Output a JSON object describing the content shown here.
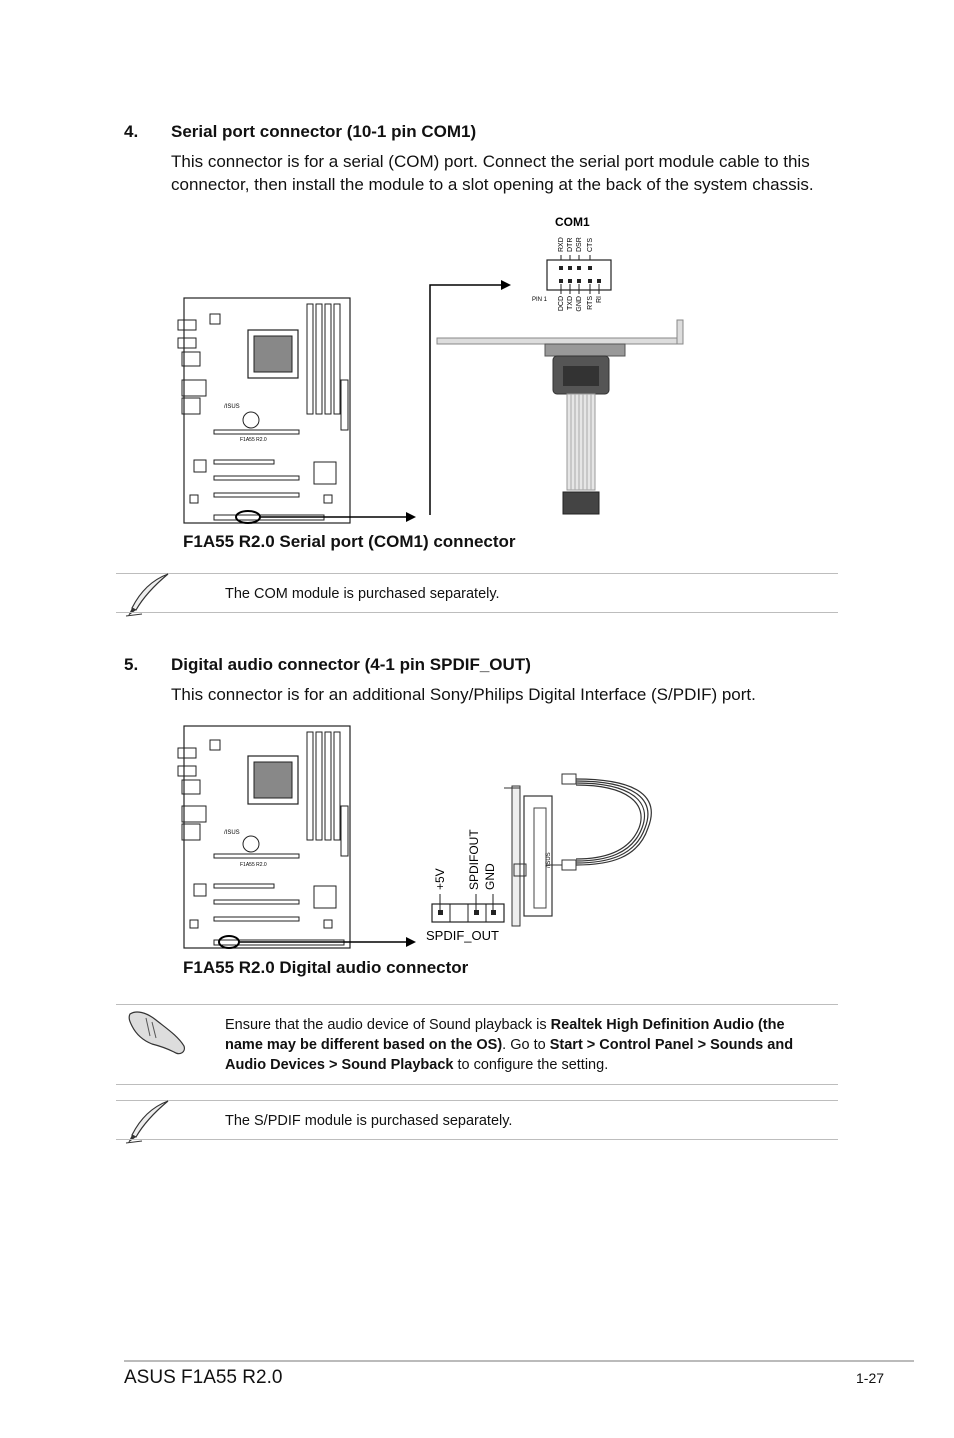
{
  "section4": {
    "number": "4.",
    "title": "Serial port connector (10-1 pin COM1)",
    "description": "This connector is for a serial (COM) port. Connect the serial port module cable to this connector, then install the module to a slot opening at the back of the system chassis.",
    "diagram": {
      "connector_label": "COM1",
      "top_pins": [
        "RXD",
        "DTR",
        "DSR",
        "CTS"
      ],
      "bottom_pins": [
        "DCD",
        "TXD",
        "GND",
        "RTS",
        "RI"
      ],
      "pin1_label": "PIN 1",
      "board_label": "F1A55 R2.0",
      "brand_mark": "/ISUS"
    },
    "caption": "F1A55 R2.0 Serial port (COM1) connector",
    "note": {
      "icon": "pencil-note-icon",
      "text": "The COM module is purchased separately."
    }
  },
  "section5": {
    "number": "5.",
    "title": "Digital audio connector (4-1 pin SPDIF_OUT)",
    "description": "This connector is for an additional Sony/Philips Digital Interface (S/PDIF) port.",
    "diagram": {
      "pin_labels": [
        "+5V",
        "SPDIFOUT",
        "GND"
      ],
      "connector_label": "SPDIF_OUT",
      "board_label": "F1A55 R2.0",
      "brand_mark": "/ISUS"
    },
    "caption": "F1A55 R2.0 Digital audio connector",
    "warning": {
      "icon": "hand-warning-icon",
      "part1": "Ensure that the audio device of Sound playback is ",
      "bold1": "Realtek High Definition Audio (the name may be different based on the OS)",
      "part2": ". Go to ",
      "bold2": "Start > Control Panel > Sounds and Audio Devices > Sound Playback",
      "part3": " to configure the setting."
    },
    "note": {
      "icon": "pencil-note-icon",
      "text": "The S/PDIF module is purchased separately."
    }
  },
  "footer": {
    "left": "ASUS F1A55 R2.0",
    "right": "1-27"
  }
}
